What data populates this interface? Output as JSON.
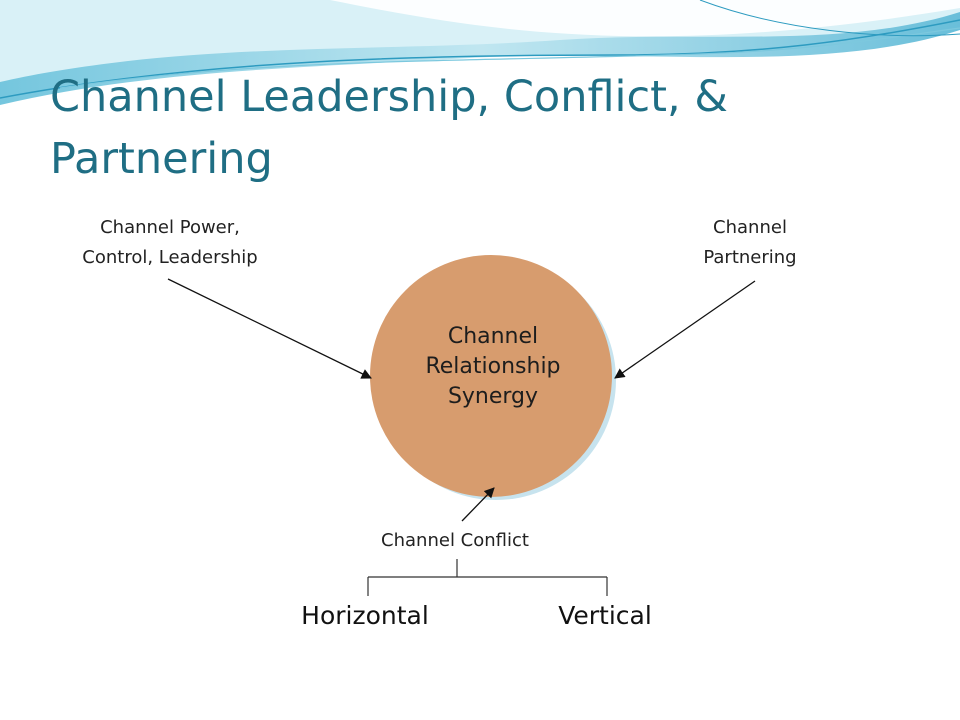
{
  "slide": {
    "title": "Channel Leadership, Conflict, & Partnering"
  },
  "diagram": {
    "center": "Channel\nRelationship\nSynergy",
    "left_input": "Channel Power,\nControl, Leadership",
    "right_input": "Channel\nPartnering",
    "bottom_input": "Channel Conflict",
    "branches": [
      "Horizontal",
      "Vertical"
    ]
  },
  "colors": {
    "title": "#1f6e84",
    "circle_fill": "#d79c6e",
    "circle_shadow": "#c7e3ee",
    "wave_light": "#cdebf3",
    "wave_mid": "#8fd0e2",
    "wave_dark": "#3aa4c6"
  }
}
